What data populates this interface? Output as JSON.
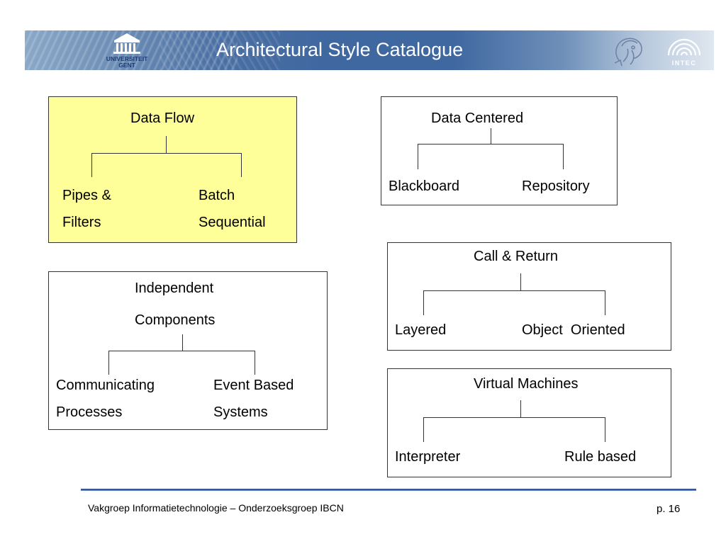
{
  "header": {
    "title": "Architectural Style Catalogue",
    "left_logo_text": [
      "UNIVERSITEIT",
      "GENT"
    ],
    "right_logo_text": "INTEC"
  },
  "colors": {
    "data_flow_fill": "#ffff99",
    "header_blue": "#3f67a0"
  },
  "diagram": {
    "data_flow": {
      "title": "Data Flow",
      "children": [
        {
          "lines": [
            "Pipes &",
            "Filters"
          ]
        },
        {
          "lines": [
            "Batch",
            "Sequential"
          ]
        }
      ]
    },
    "data_centered": {
      "title": "Data Centered",
      "children": [
        {
          "lines": [
            "Blackboard"
          ]
        },
        {
          "lines": [
            "Repository"
          ]
        }
      ]
    },
    "independent_components": {
      "title_lines": [
        "Independent",
        "Components"
      ],
      "children": [
        {
          "lines": [
            "Communicating",
            "Processes"
          ]
        },
        {
          "lines": [
            "Event Based",
            "Systems"
          ]
        }
      ]
    },
    "call_return": {
      "title": "Call & Return",
      "children": [
        {
          "lines": [
            "Layered"
          ]
        },
        {
          "lines": [
            "Object  Oriented"
          ]
        }
      ]
    },
    "virtual_machines": {
      "title": "Virtual Machines",
      "children": [
        {
          "lines": [
            "Interpreter"
          ]
        },
        {
          "lines": [
            "Rule based"
          ]
        }
      ]
    }
  },
  "footer": {
    "text": "Vakgroep Informatietechnologie – Onderzoeksgroep IBCN",
    "page": "p. 16"
  }
}
